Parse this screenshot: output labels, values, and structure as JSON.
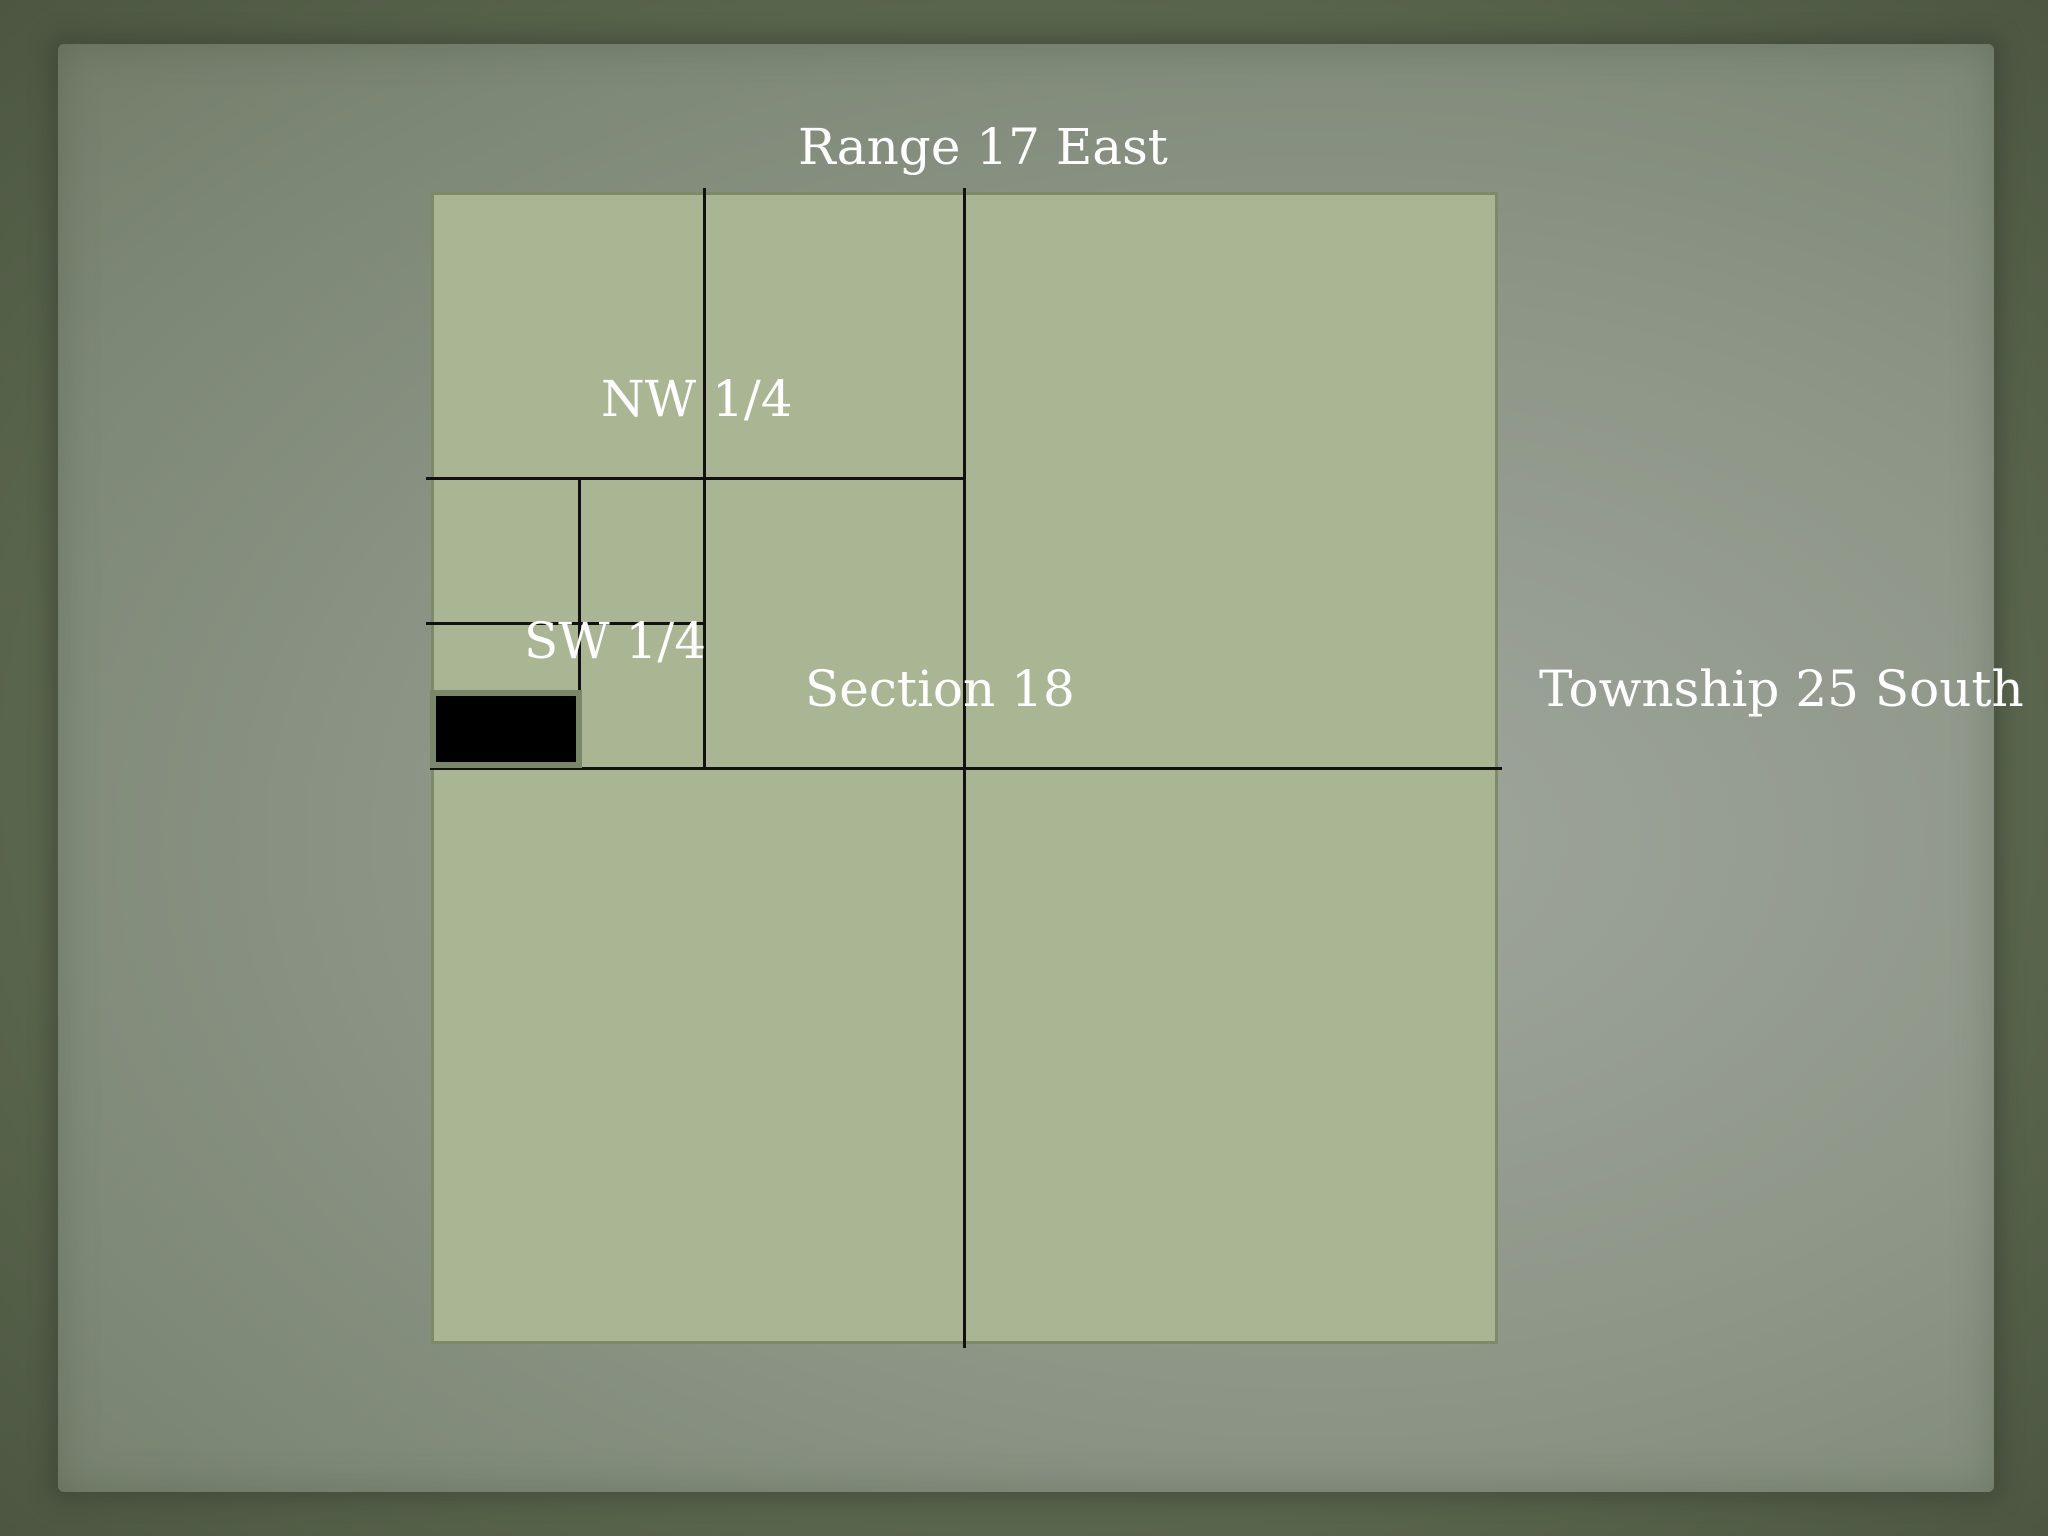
{
  "labels": {
    "range": "Range 17 East",
    "nw_quarter": "NW 1/4",
    "sw_quarter": "SW 1/4",
    "section": "Section 18",
    "township": "Township 25 South"
  },
  "colors": {
    "section_fill": "#a9b593",
    "highlight_fill": "#000000",
    "paper": "#8f9789",
    "frame": "#5f6b52",
    "text": "#ffffff"
  }
}
